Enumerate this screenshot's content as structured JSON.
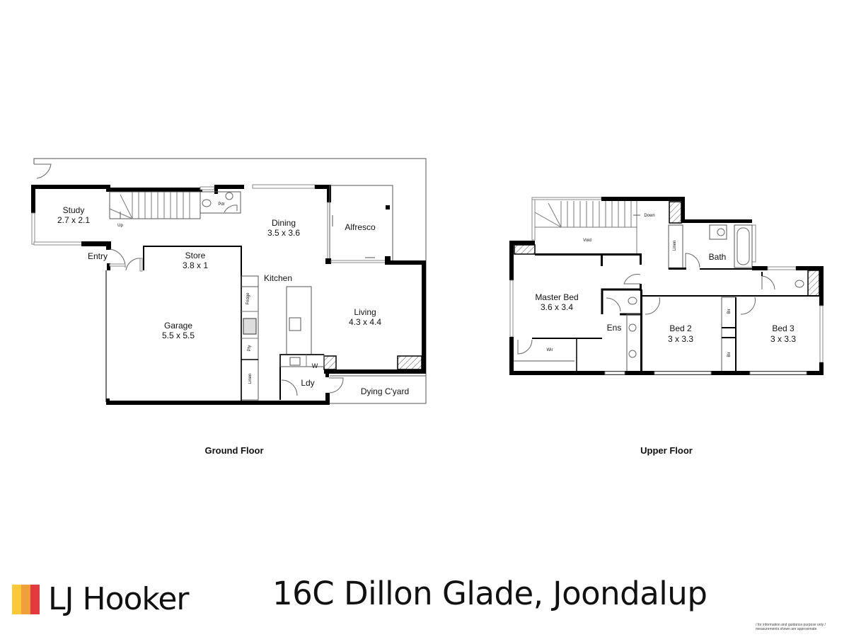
{
  "ground_floor": {
    "title": "Ground Floor",
    "rooms": {
      "study": {
        "name": "Study",
        "size": "2.7 x 2.1"
      },
      "entry": {
        "name": "Entry"
      },
      "store": {
        "name": "Store",
        "size": "3.8 x 1"
      },
      "dining": {
        "name": "Dining",
        "size": "3.5 x 3.6"
      },
      "alfresco": {
        "name": "Alfresco"
      },
      "kitchen": {
        "name": "Kitchen"
      },
      "garage": {
        "name": "Garage",
        "size": "5.5 x 5.5"
      },
      "living": {
        "name": "Living",
        "size": "4.3 x 4.4"
      },
      "laundry": {
        "name": "Ldy"
      },
      "drying_courtyard": {
        "name": "Dying C'yard"
      }
    },
    "fixtures": {
      "fridge": "Fridge",
      "pantry": "Pty",
      "linen": "Linen",
      "washer": "W",
      "stairs": "Up",
      "powder": "Pdr"
    }
  },
  "upper_floor": {
    "title": "Upper Floor",
    "rooms": {
      "master_bed": {
        "name": "Master Bed",
        "size": "3.6 x 3.4"
      },
      "ensuite": {
        "name": "Ens"
      },
      "wir": {
        "name": "Wir"
      },
      "bed2": {
        "name": "Bed 2",
        "size": "3 x 3.3"
      },
      "bed3": {
        "name": "Bed 3",
        "size": "3 x 3.3"
      },
      "bath": {
        "name": "Bath"
      },
      "void": {
        "name": "Void"
      }
    },
    "fixtures": {
      "linen": "Linen",
      "bir_1": "Bir",
      "bir_2": "Bir",
      "stairs": "Down"
    }
  },
  "footer": {
    "brand": "LJ Hooker",
    "brand_colors": [
      "#f9c93a",
      "#f0a03a",
      "#e23a3f"
    ],
    "address": "16C Dillon Glade, Joondalup",
    "disclaimer_line1": "/ for information and guidance purpose only /",
    "disclaimer_line2": "measurements shown are approximate"
  }
}
